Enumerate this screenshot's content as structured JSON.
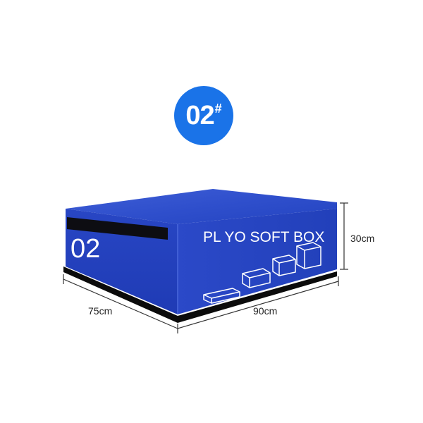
{
  "badge": {
    "number": "02",
    "mark": "#",
    "color": "#1a73e8"
  },
  "product": {
    "front_number": "02",
    "brand_text": "PL YO SOFT BOX",
    "color": "#1f3fc2"
  },
  "dimensions": {
    "height": "30cm",
    "depth": "75cm",
    "width": "90cm"
  },
  "icons": [
    "box-size-icon-1",
    "box-size-icon-2",
    "box-size-icon-3",
    "box-size-icon-4"
  ]
}
